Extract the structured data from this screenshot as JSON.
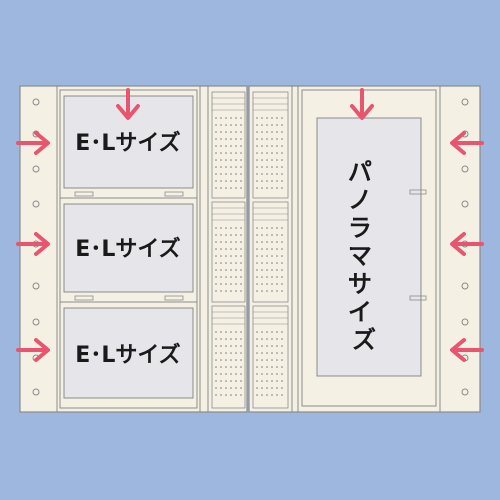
{
  "colors": {
    "background": "#9db7df",
    "sheet": "#f4f1e4",
    "outline": "#8a8a8a",
    "slot": "#e6e6ea",
    "arrow": "#e8556e"
  },
  "icons": {
    "arrow": "down-arrow-icon / right-arrow-icon / left-arrow-icon"
  },
  "left_sheet": {
    "slots": [
      {
        "label": "E･Lサイズ"
      },
      {
        "label": "E･Lサイズ"
      },
      {
        "label": "E･Lサイズ"
      }
    ]
  },
  "right_sheet": {
    "slot": {
      "label": "パノラマサイズ",
      "chars": [
        "パ",
        "ノ",
        "ラ",
        "マ",
        "サ",
        "イ",
        "ズ"
      ]
    }
  }
}
